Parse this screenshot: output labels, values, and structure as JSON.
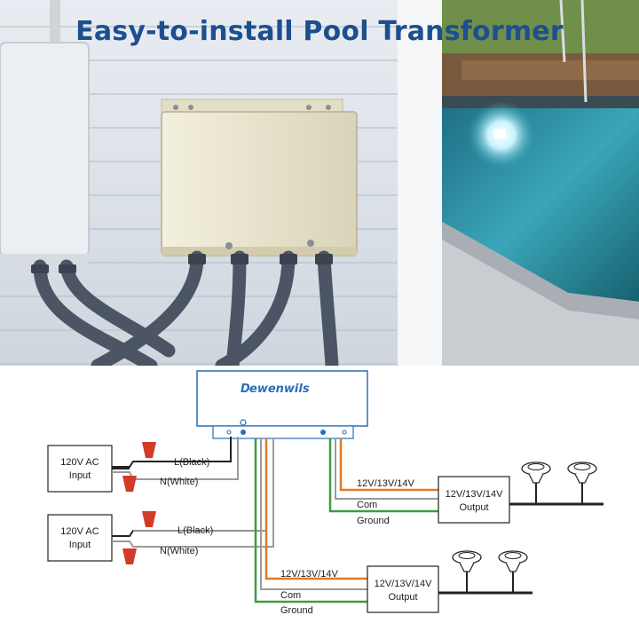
{
  "title": "Easy-to-install Pool Transformer",
  "photo": {
    "scene": "pool-transformer-installation-photo",
    "colors": {
      "title": "#1d4f8f",
      "wall": "#dfe4ea",
      "box": "#ece8d2",
      "conduit": "#4c5563",
      "water": "#2e8ea3"
    }
  },
  "diagram": {
    "brand": "ewenwils",
    "brand_initial": "D",
    "inputs": [
      {
        "label_line1": "120V AC",
        "label_line2": "Input",
        "live": "L(Black)",
        "neutral": "N(White)"
      },
      {
        "label_line1": "120V AC",
        "label_line2": "Input",
        "live": "L(Black)",
        "neutral": "N(White)"
      }
    ],
    "outputs": [
      {
        "label_line1": "12V/13V/14V",
        "label_line2": "Output",
        "wire_label": "12V/13V/14V",
        "com": "Com",
        "ground": "Ground"
      },
      {
        "label_line1": "12V/13V/14V",
        "label_line2": "Output",
        "wire_label": "12V/13V/14V",
        "com": "Com",
        "ground": "Ground"
      }
    ],
    "colors": {
      "black_wire": "#222222",
      "white_wire": "#9a9a9a",
      "orange_wire": "#e07a2a",
      "green_wire": "#3e9b45",
      "nut": "#d23a2a",
      "box_stroke": "#2a6fb8"
    }
  }
}
